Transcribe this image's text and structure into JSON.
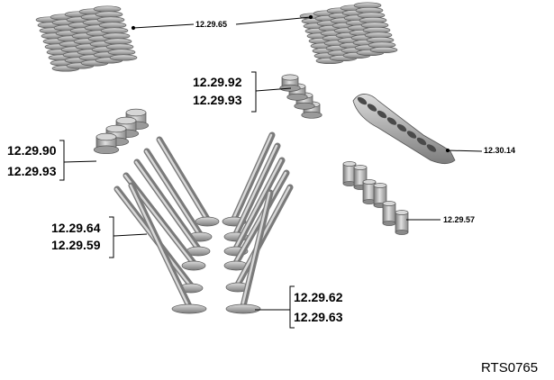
{
  "labels": {
    "valve_springs": "12.29.65",
    "collets_upper_a": "12.29.92",
    "collets_upper_b": "12.29.93",
    "camshaft": "12.30.14",
    "collets_left_a": "12.29.90",
    "collets_left_b": "12.29.93",
    "inlet_valves_a": "12.29.64",
    "inlet_valves_b": "12.29.59",
    "tappets": "12.29.57",
    "exhaust_valves_a": "12.29.62",
    "exhaust_valves_b": "12.29.63"
  },
  "figure_ref": "RTS0765",
  "colors": {
    "part_fill": "#b8b8b8",
    "part_dark": "#6e6e6e",
    "part_light": "#e4e4e4",
    "line": "#000000"
  }
}
